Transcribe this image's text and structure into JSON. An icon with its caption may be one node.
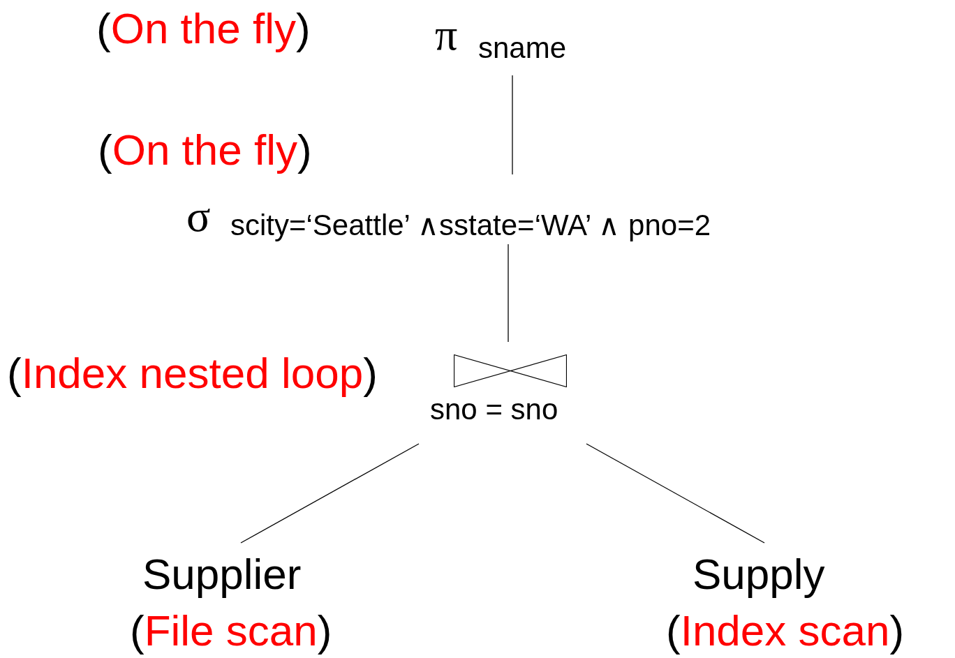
{
  "diagram": {
    "nodes": [
      {
        "text": [
          "π",
          "sname"
        ],
        "beside": [
          "(On the fly)"
        ]
      },
      {
        "text": [
          "σ",
          "scity=‘Seattle’ ∧sstate=‘WA’ ∧ pno=2"
        ],
        "beside": [
          "(On the fly)"
        ]
      },
      {
        "text": [
          "sno = sno"
        ],
        "beside": [
          "(Index nested loop)"
        ]
      },
      {
        "text": [
          "Supplier"
        ],
        "beside": [
          "(File scan)"
        ]
      },
      {
        "text": [
          "Supply"
        ],
        "beside": [
          "(Index scan)"
        ]
      }
    ],
    "edges": [
      {
        "from": 0,
        "to": 1,
        "arrow": "none"
      },
      {
        "from": 1,
        "to": 2,
        "arrow": "none"
      },
      {
        "from": 2,
        "to": 3,
        "arrow": "none"
      },
      {
        "from": 2,
        "to": 4,
        "arrow": "none"
      }
    ]
  }
}
